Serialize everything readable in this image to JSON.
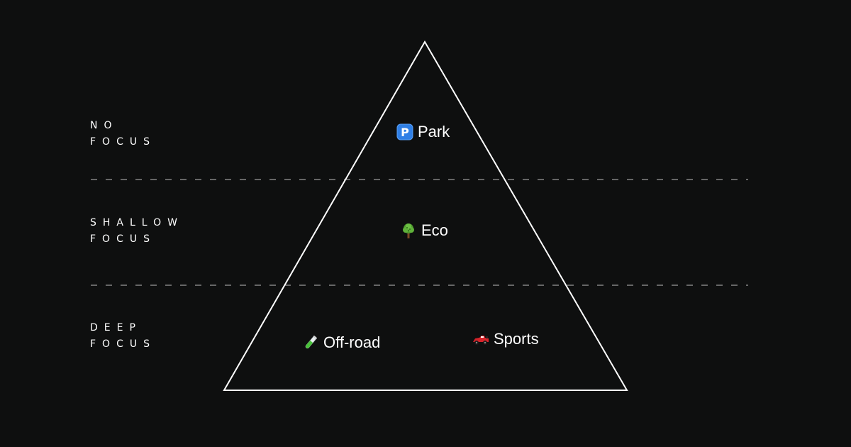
{
  "levels": [
    {
      "line1": "NO",
      "line2": "FOCUS"
    },
    {
      "line1": "SHALLOW",
      "line2": "FOCUS"
    },
    {
      "line1": "DEEP",
      "line2": "FOCUS"
    }
  ],
  "modes": {
    "park": {
      "label": "Park",
      "icon": "parking-sign-icon"
    },
    "eco": {
      "label": "Eco",
      "icon": "tree-icon"
    },
    "offroad": {
      "label": "Off-road",
      "icon": "test-tube-icon"
    },
    "sports": {
      "label": "Sports",
      "icon": "race-car-icon"
    }
  },
  "colors": {
    "background": "#0e0f0f",
    "foreground": "#ffffff",
    "divider": "#9a9a9a"
  }
}
